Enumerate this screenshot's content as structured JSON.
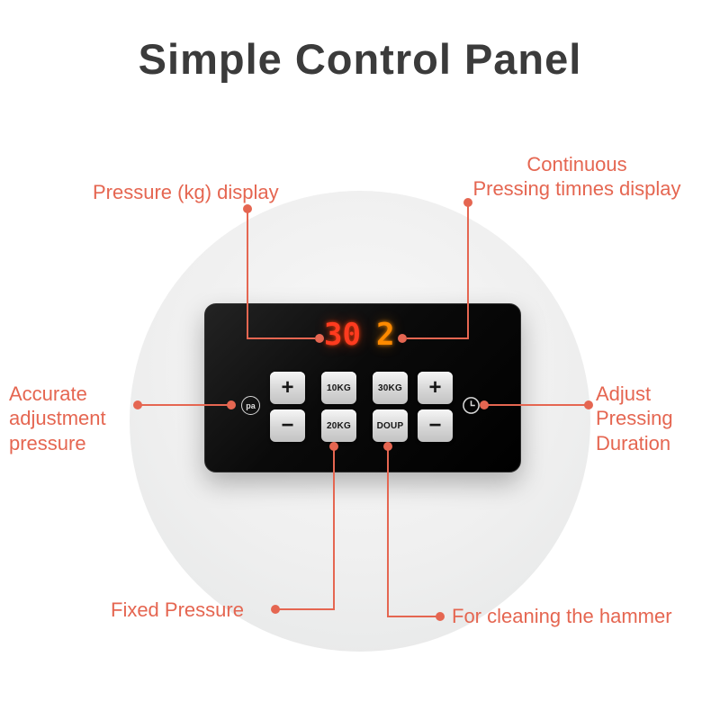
{
  "title": "Simple Control Panel",
  "colors": {
    "accent": "#e56651",
    "led_pressure": "#ff3b1f",
    "led_times": "#ff8a00",
    "panel_background": "#0a0a0a"
  },
  "panel": {
    "display": {
      "pressure": "30",
      "times": "2"
    },
    "left_icon_label": "pa",
    "buttons": [
      {
        "id": "pressure-increase",
        "label": "+"
      },
      {
        "id": "preset-10kg",
        "label": "10KG"
      },
      {
        "id": "preset-30kg",
        "label": "30KG"
      },
      {
        "id": "duration-increase",
        "label": "+"
      },
      {
        "id": "pressure-decrease",
        "label": "−"
      },
      {
        "id": "preset-20kg",
        "label": "20KG"
      },
      {
        "id": "doup",
        "label": "DOUP"
      },
      {
        "id": "duration-decrease",
        "label": "−"
      }
    ]
  },
  "annotations": {
    "pressure_display": {
      "lines": [
        "Pressure (kg) display"
      ]
    },
    "times_display": {
      "lines": [
        "Continuous",
        "Pressing timnes display"
      ]
    },
    "accurate_adjustment": {
      "lines": [
        "Accurate",
        "adjustment",
        "pressure"
      ]
    },
    "adjust_duration": {
      "lines": [
        "Adjust",
        "Pressing",
        "Duration"
      ]
    },
    "fixed_pressure": {
      "lines": [
        "Fixed Pressure"
      ]
    },
    "cleaning_hammer": {
      "lines": [
        "For cleaning the hammer"
      ]
    }
  }
}
